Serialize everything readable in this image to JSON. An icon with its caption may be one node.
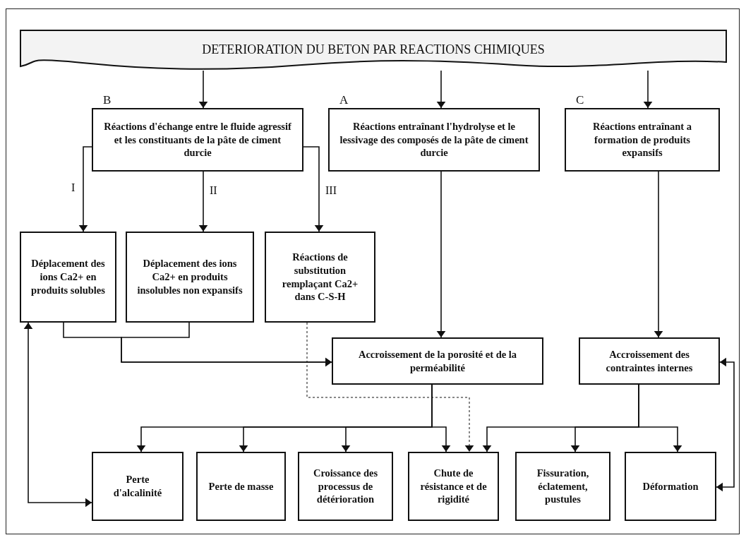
{
  "diagram": {
    "nodes": [
      {
        "text": [
          "DETERIORATION DU BETON PAR REACTIONS CHIMIQUES"
        ]
      },
      {
        "text": [
          "B",
          "Réactions d'échange entre le fluide agressif et les constituants de la pâte de ciment durcie"
        ]
      },
      {
        "text": [
          "A",
          "Réactions entraînant l'hydrolyse et le lessivage des composés de la pâte de ciment durcie"
        ]
      },
      {
        "text": [
          "C",
          "Réactions entraînant a formation de produits expansifs"
        ]
      },
      {
        "text": [
          "Déplacement des ions Ca2+ en produits solubles"
        ]
      },
      {
        "text": [
          "Déplacement des ions Ca2+ en produits insolubles non expansifs"
        ]
      },
      {
        "text": [
          "Réactions de substitution remplaçant Ca2+ dans C-S-H"
        ]
      },
      {
        "text": [
          "Accroissement de la porosité et de la perméabilité"
        ]
      },
      {
        "text": [
          "Accroissement des contraintes internes"
        ]
      },
      {
        "text": [
          "Perte d'alcalinité"
        ]
      },
      {
        "text": [
          "Perte de masse"
        ]
      },
      {
        "text": [
          "Croissance des processus de détérioration"
        ]
      },
      {
        "text": [
          "Chute de résistance et de rigidité"
        ]
      },
      {
        "text": [
          "Fissuration, éclatement, pustules"
        ]
      },
      {
        "text": [
          "Déformation"
        ]
      }
    ],
    "edges": [
      {
        "from": 0,
        "to": 1,
        "arrow": "to"
      },
      {
        "from": 0,
        "to": 2,
        "arrow": "to"
      },
      {
        "from": 0,
        "to": 3,
        "arrow": "to"
      },
      {
        "from": 1,
        "to": 4,
        "arrow": "to",
        "label": "I"
      },
      {
        "from": 1,
        "to": 5,
        "arrow": "to",
        "label": "II"
      },
      {
        "from": 1,
        "to": 6,
        "arrow": "to",
        "label": "III"
      },
      {
        "from": 2,
        "to": 7,
        "arrow": "to"
      },
      {
        "from": 3,
        "to": 8,
        "arrow": "to"
      },
      {
        "from": 4,
        "to": 7,
        "arrow": "to"
      },
      {
        "from": 5,
        "to": 7,
        "arrow": "to"
      },
      {
        "from": 6,
        "to": 12,
        "arrow": "to",
        "style": "dashed"
      },
      {
        "from": 7,
        "to": 9,
        "arrow": "to"
      },
      {
        "from": 7,
        "to": 10,
        "arrow": "to"
      },
      {
        "from": 7,
        "to": 11,
        "arrow": "to"
      },
      {
        "from": 7,
        "to": 12,
        "arrow": "to"
      },
      {
        "from": 8,
        "to": 12,
        "arrow": "to"
      },
      {
        "from": 8,
        "to": 13,
        "arrow": "to"
      },
      {
        "from": 8,
        "to": 14,
        "arrow": "to"
      },
      {
        "from": 4,
        "to": 9,
        "arrow": "both"
      },
      {
        "from": 8,
        "to": 14,
        "arrow": "both"
      }
    ]
  }
}
